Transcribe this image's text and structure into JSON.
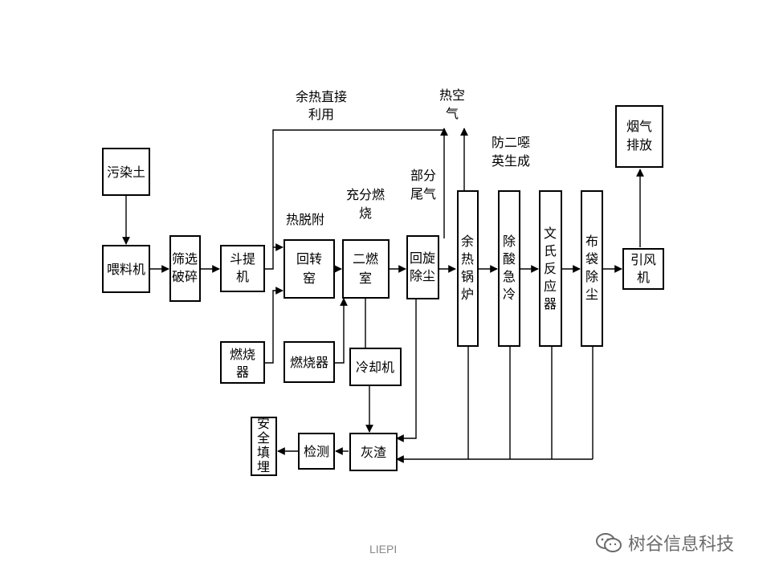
{
  "nodes": {
    "pollute_soil": [
      "污染土"
    ],
    "feeder": [
      "喂料机"
    ],
    "screen_crush": [
      "筛选",
      "破碎"
    ],
    "bucket_elevator": [
      "斗提",
      "机"
    ],
    "rotary_kiln": [
      "回转",
      "窑"
    ],
    "secondary_chamber": [
      "二燃",
      "室"
    ],
    "cyclone": [
      "回旋",
      "除尘"
    ],
    "waste_heat_boiler": [
      "余",
      "热",
      "锅",
      "炉"
    ],
    "acid_quench": [
      "除",
      "酸",
      "急",
      "冷"
    ],
    "venturi": [
      "文",
      "氏",
      "反",
      "应",
      "器"
    ],
    "baghouse": [
      "布",
      "袋",
      "除",
      "尘"
    ],
    "induced_fan": [
      "引风",
      "机"
    ],
    "flue_discharge": [
      "烟气",
      "排放"
    ],
    "burner_1": [
      "燃烧",
      "器"
    ],
    "burner_2": [
      "燃烧器"
    ],
    "cooler": [
      "冷却机"
    ],
    "ash": [
      "灰渣"
    ],
    "detection": [
      "检测"
    ],
    "landfill": [
      "安",
      "全",
      "填",
      "埋"
    ]
  },
  "labels": {
    "waste_heat_reuse": [
      "余热直接",
      "利用"
    ],
    "hot_air": [
      "热空",
      "气"
    ],
    "dioxin_prevention": [
      "防二噁",
      "英生成"
    ],
    "partial_tail_gas": [
      "部分",
      "尾气"
    ],
    "full_combustion": [
      "充分燃",
      "烧"
    ],
    "thermal_desorption": [
      "热脱附"
    ]
  },
  "footer": "LIEPI",
  "watermark": "树谷信息科技",
  "watermark_icon": "wechat-icon"
}
